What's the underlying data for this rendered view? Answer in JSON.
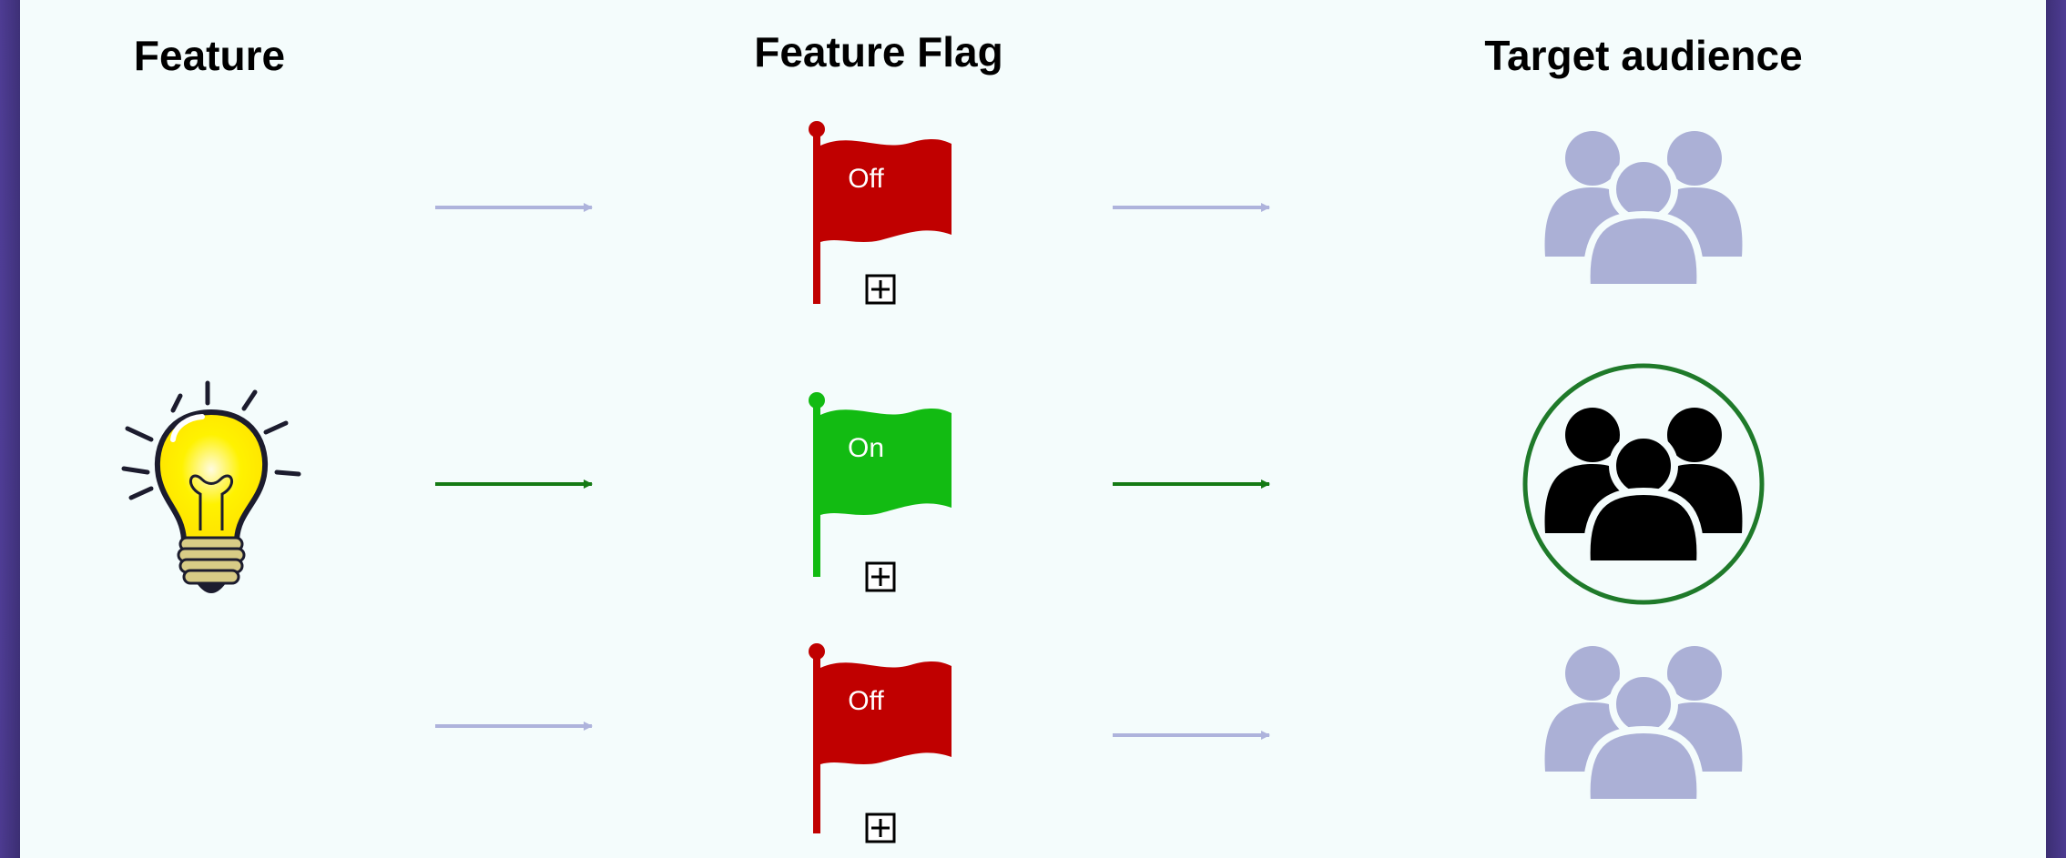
{
  "headings": {
    "feature": "Feature",
    "feature_flag": "Feature Flag",
    "target_audience": "Target audience"
  },
  "flags": [
    {
      "label": "Off",
      "state": "off",
      "color": "#c00000"
    },
    {
      "label": "On",
      "state": "on",
      "color": "#12bb12"
    },
    {
      "label": "Off",
      "state": "off",
      "color": "#c00000"
    }
  ],
  "audiences": [
    {
      "active": false,
      "color": "#abb0d6"
    },
    {
      "active": true,
      "color": "#000000",
      "ring_color": "#1f7a2a"
    },
    {
      "active": false,
      "color": "#abb0d6"
    }
  ],
  "icons": {
    "feature": "lightbulb-icon",
    "flag": "flag-icon",
    "expand": "expand-icon",
    "audience": "people-group-icon",
    "arrow": "arrow-right-icon"
  },
  "colors": {
    "inactive_arrow": "#aeb3dc",
    "active_arrow": "#147a14",
    "background": "#f4fcfc"
  }
}
